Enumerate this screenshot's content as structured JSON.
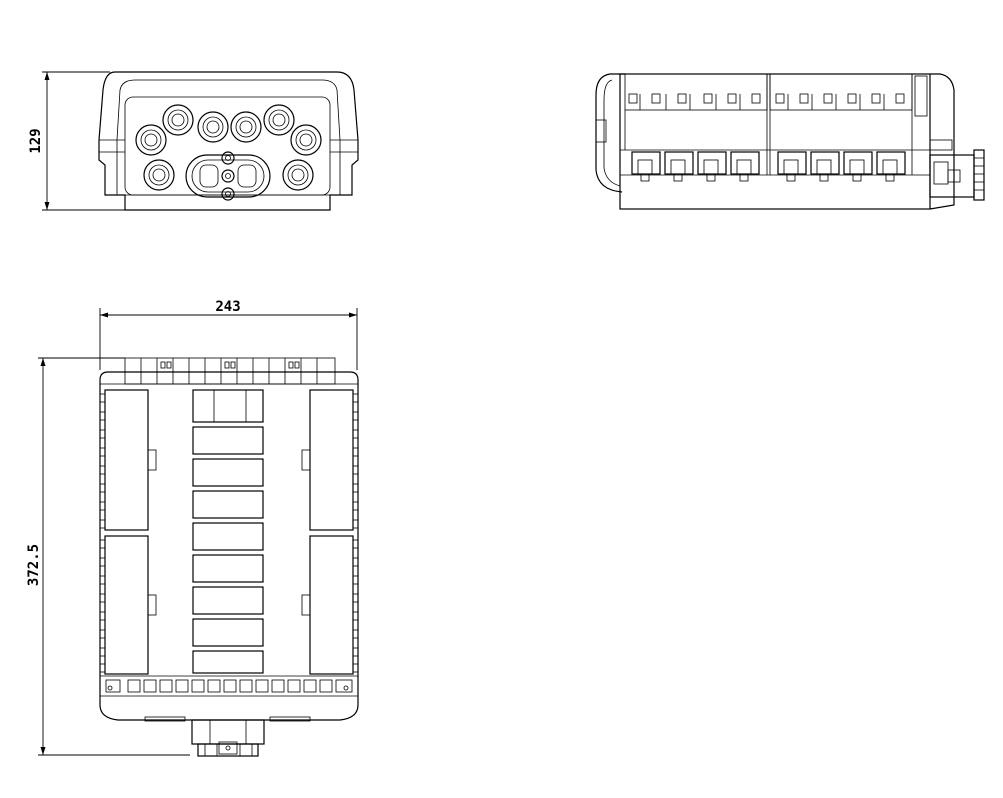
{
  "dimensions": {
    "height_front": "129",
    "width_top": "243",
    "length_top": "372.5"
  },
  "colors": {
    "line": "#000000",
    "background": "#ffffff"
  }
}
